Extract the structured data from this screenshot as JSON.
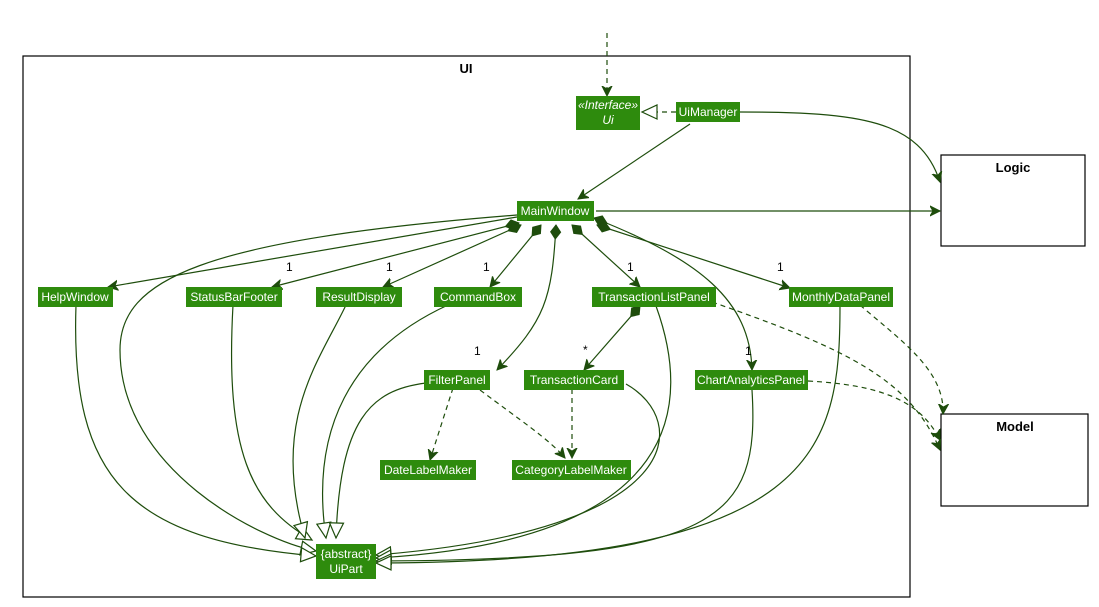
{
  "packages": {
    "ui": {
      "title": "UI"
    },
    "logic": {
      "title": "Logic"
    },
    "model": {
      "title": "Model"
    }
  },
  "classes": {
    "ui_interface": {
      "stereotype": "«Interface»",
      "name": "Ui"
    },
    "ui_manager": {
      "name": "UiManager"
    },
    "main_window": {
      "name": "MainWindow"
    },
    "help_window": {
      "name": "HelpWindow"
    },
    "status_bar_footer": {
      "name": "StatusBarFooter"
    },
    "result_display": {
      "name": "ResultDisplay"
    },
    "command_box": {
      "name": "CommandBox"
    },
    "transaction_list_panel": {
      "name": "TransactionListPanel"
    },
    "monthly_data_panel": {
      "name": "MonthlyDataPanel"
    },
    "filter_panel": {
      "name": "FilterPanel"
    },
    "transaction_card": {
      "name": "TransactionCard"
    },
    "chart_analytics_panel": {
      "name": "ChartAnalyticsPanel"
    },
    "date_label_maker": {
      "name": "DateLabelMaker"
    },
    "category_label_maker": {
      "name": "CategoryLabelMaker"
    },
    "ui_part": {
      "stereotype": "{abstract}",
      "name": "UiPart"
    }
  },
  "multiplicities": {
    "status_bar_footer": "1",
    "result_display": "1",
    "command_box": "1",
    "transaction_list_panel": "1",
    "monthly_data_panel": "1",
    "filter_panel": "1",
    "transaction_card": "*",
    "chart_analytics_panel": "1"
  },
  "colors": {
    "class_fill": "#2e8b0d",
    "edge": "#1e4d0c",
    "text": "#ffffff"
  }
}
